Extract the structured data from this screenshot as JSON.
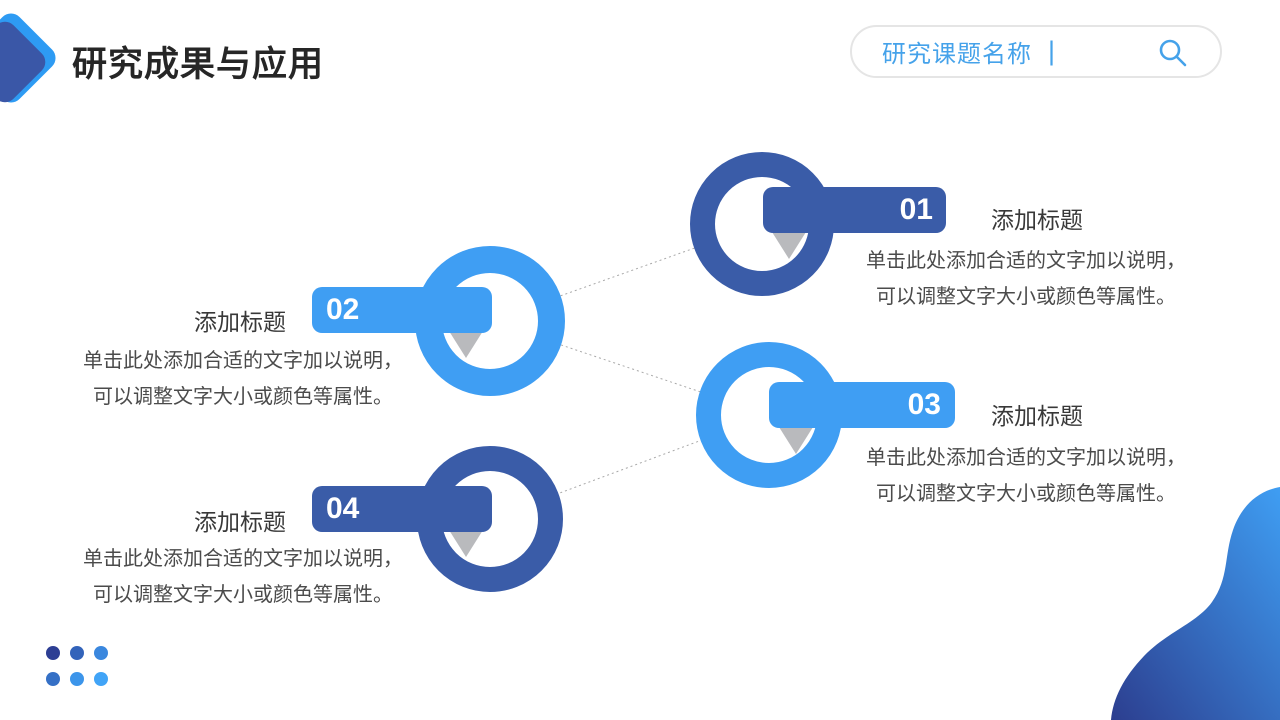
{
  "slide": {
    "header": {
      "title": "研究成果与应用",
      "search": {
        "text": "研究课题名称",
        "cursor": "|",
        "icon": "search-icon"
      }
    },
    "items": [
      {
        "number": "01",
        "title": "添加标题",
        "desc_line1": "单击此处添加合适的文字加以说明，",
        "desc_line2": "可以调整文字大小或颜色等属性。",
        "theme": "dark-blue",
        "side": "right"
      },
      {
        "number": "02",
        "title": "添加标题",
        "desc_line1": "单击此处添加合适的文字加以说明，",
        "desc_line2": "可以调整文字大小或颜色等属性。",
        "theme": "light-blue",
        "side": "left"
      },
      {
        "number": "03",
        "title": "添加标题",
        "desc_line1": "单击此处添加合适的文字加以说明，",
        "desc_line2": "可以调整文字大小或颜色等属性。",
        "theme": "light-blue",
        "side": "right"
      },
      {
        "number": "04",
        "title": "添加标题",
        "desc_line1": "单击此处添加合适的文字加以说明，",
        "desc_line2": "可以调整文字大小或颜色等属性。",
        "theme": "dark-blue",
        "side": "left"
      }
    ],
    "colors": {
      "dark_blue": "#3a5ca8",
      "light_blue": "#3f9ef3",
      "wedge_gray": "#b9babd",
      "connector_gray": "#a9a9a9",
      "header_title_text": "#262626",
      "item_title_text": "#383838",
      "body_text": "#4b4b4b",
      "search_blue": "#45a2ea",
      "blob_gradient_top_right": "#3f9ef3",
      "blob_gradient_bottom_left": "#2c3e8f",
      "dots": [
        [
          "#2d3e94",
          "#3263ba",
          "#3a87de"
        ],
        [
          "#3570c6",
          "#3c95ea",
          "#41a4f7"
        ]
      ]
    }
  }
}
